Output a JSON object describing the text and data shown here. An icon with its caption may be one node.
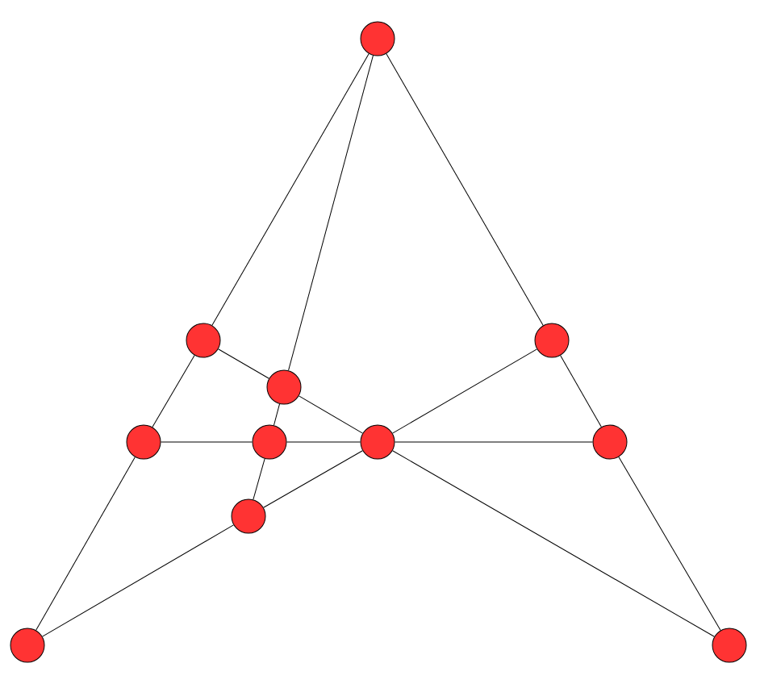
{
  "diagram": {
    "nodes": [
      {
        "text": [],
        "shape": "circle"
      },
      {
        "text": [],
        "shape": "circle"
      },
      {
        "text": [],
        "shape": "circle"
      },
      {
        "text": [],
        "shape": "circle"
      },
      {
        "text": [],
        "shape": "circle"
      },
      {
        "text": [],
        "shape": "circle"
      },
      {
        "text": [],
        "shape": "circle"
      },
      {
        "text": [],
        "shape": "circle"
      },
      {
        "text": [],
        "shape": "circle"
      },
      {
        "text": [],
        "shape": "circle"
      },
      {
        "text": [],
        "shape": "circle"
      }
    ],
    "edges": [
      {
        "from": 0,
        "to": 1,
        "arrow": "none"
      },
      {
        "from": 1,
        "to": 4,
        "arrow": "none"
      },
      {
        "from": 4,
        "to": 9,
        "arrow": "none"
      },
      {
        "from": 0,
        "to": 2,
        "arrow": "none"
      },
      {
        "from": 2,
        "to": 7,
        "arrow": "none"
      },
      {
        "from": 7,
        "to": 10,
        "arrow": "none"
      },
      {
        "from": 0,
        "to": 3,
        "arrow": "none"
      },
      {
        "from": 3,
        "to": 5,
        "arrow": "none"
      },
      {
        "from": 5,
        "to": 8,
        "arrow": "none"
      },
      {
        "from": 1,
        "to": 3,
        "arrow": "none"
      },
      {
        "from": 3,
        "to": 6,
        "arrow": "none"
      },
      {
        "from": 4,
        "to": 5,
        "arrow": "none"
      },
      {
        "from": 5,
        "to": 6,
        "arrow": "none"
      },
      {
        "from": 6,
        "to": 7,
        "arrow": "none"
      },
      {
        "from": 2,
        "to": 6,
        "arrow": "none"
      },
      {
        "from": 6,
        "to": 8,
        "arrow": "none"
      },
      {
        "from": 8,
        "to": 9,
        "arrow": "none"
      },
      {
        "from": 6,
        "to": 10,
        "arrow": "none"
      }
    ]
  }
}
